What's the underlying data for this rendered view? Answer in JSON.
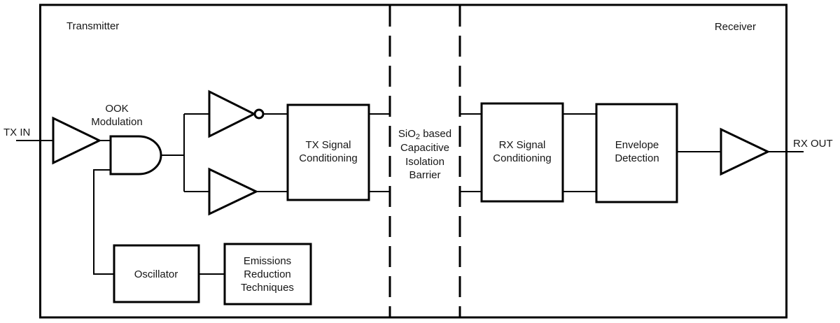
{
  "diagram": {
    "colors": {
      "background": "#ffffff",
      "line": "#000000",
      "text": "#161616"
    },
    "sections": {
      "transmitter": "Transmitter",
      "receiver": "Receiver"
    },
    "ports": {
      "tx_in": "TX IN",
      "rx_out": "RX OUT"
    },
    "labels": {
      "ook_modulation": {
        "line1": "OOK",
        "line2": "Modulation"
      },
      "barrier": {
        "line1_prefix": "SiO",
        "line1_sub": "2",
        "line1_suffix": " based",
        "line2": "Capacitive",
        "line3": "Isolation",
        "line4": "Barrier"
      }
    },
    "blocks": {
      "tx_signal_conditioning": {
        "line1": "TX Signal",
        "line2": "Conditioning"
      },
      "rx_signal_conditioning": {
        "line1": "RX Signal",
        "line2": "Conditioning"
      },
      "envelope_detection": {
        "line1": "Envelope",
        "line2": "Detection"
      },
      "oscillator": {
        "line1": "Oscillator"
      },
      "emissions_reduction": {
        "line1": "Emissions",
        "line2": "Reduction",
        "line3": "Techniques"
      }
    }
  }
}
